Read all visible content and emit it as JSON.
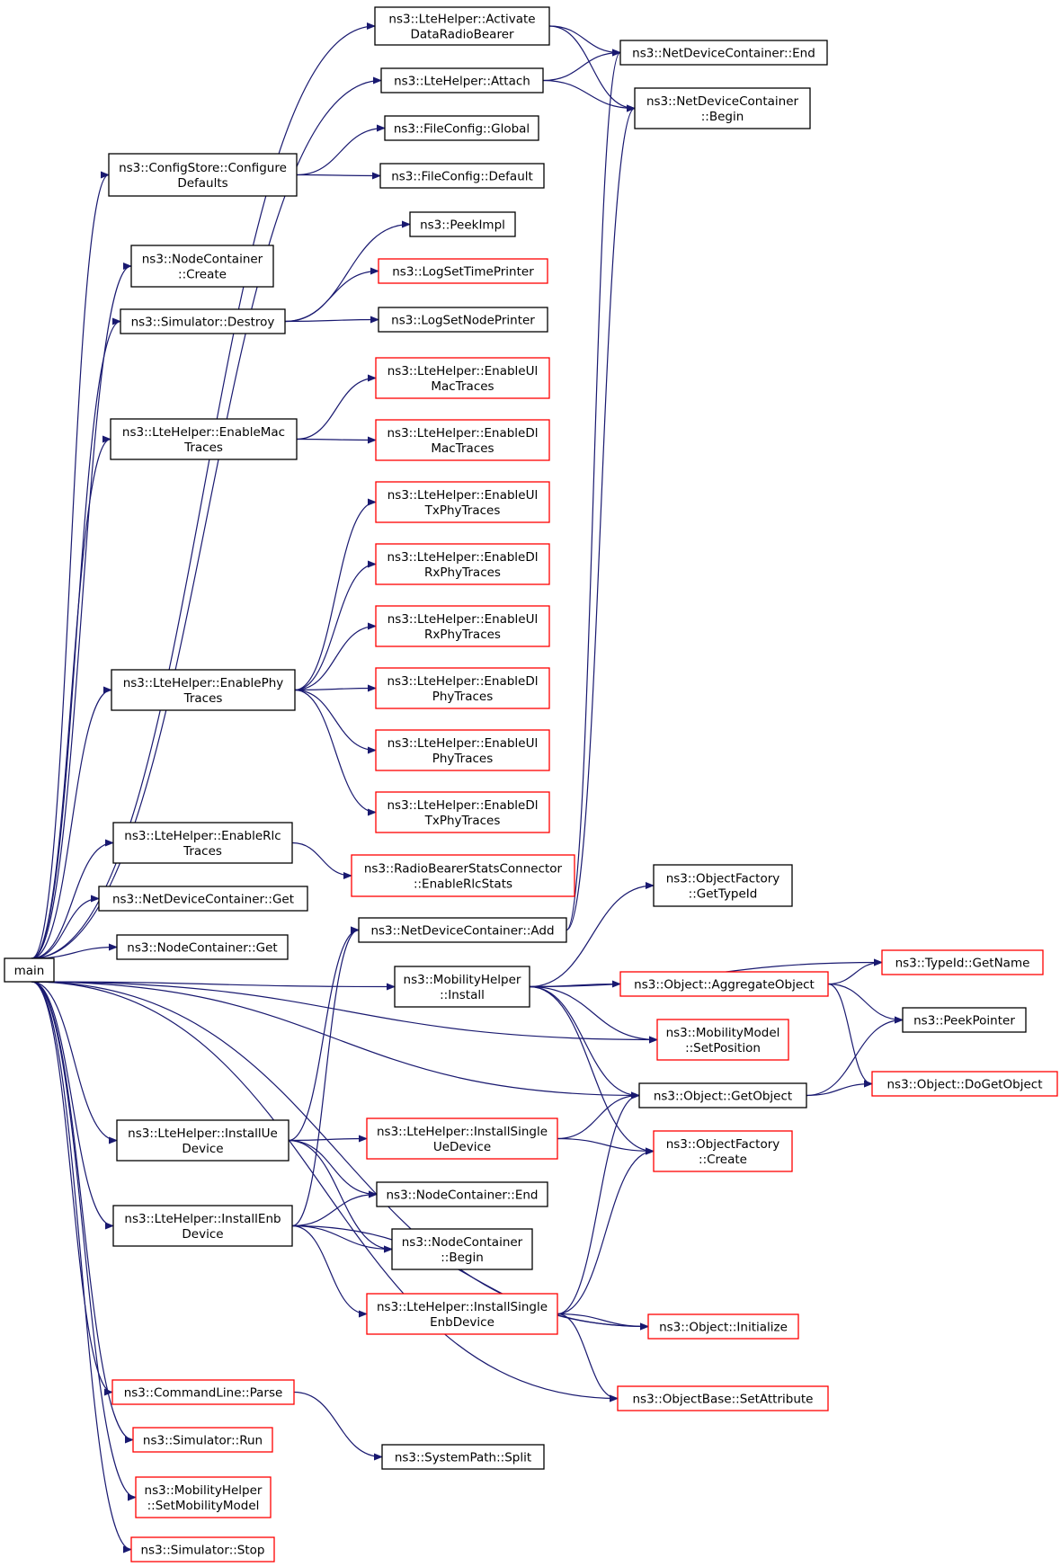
{
  "colors": {
    "edge": "#191970",
    "normal_border": "#000000",
    "incomplete_border": "#ff0000",
    "root_fill": "#bfbfbf"
  },
  "nodes": [
    {
      "id": "main",
      "lines": [
        "main"
      ],
      "root": true
    },
    {
      "id": "activate",
      "lines": [
        "ns3::LteHelper::Activate",
        "DataRadioBearer"
      ]
    },
    {
      "id": "attach",
      "lines": [
        "ns3::LteHelper::Attach"
      ]
    },
    {
      "id": "ndc_end",
      "lines": [
        "ns3::NetDeviceContainer::End"
      ]
    },
    {
      "id": "ndc_begin",
      "lines": [
        "ns3::NetDeviceContainer",
        "::Begin"
      ]
    },
    {
      "id": "cs_configure",
      "lines": [
        "ns3::ConfigStore::Configure",
        "Defaults"
      ]
    },
    {
      "id": "fc_global",
      "lines": [
        "ns3::FileConfig::Global"
      ]
    },
    {
      "id": "fc_default",
      "lines": [
        "ns3::FileConfig::Default"
      ]
    },
    {
      "id": "nc_create",
      "lines": [
        "ns3::NodeContainer",
        "::Create"
      ]
    },
    {
      "id": "peekimpl",
      "lines": [
        "ns3::PeekImpl"
      ]
    },
    {
      "id": "logtime",
      "lines": [
        "ns3::LogSetTimePrinter"
      ],
      "incomplete": true
    },
    {
      "id": "sim_destroy",
      "lines": [
        "ns3::Simulator::Destroy"
      ]
    },
    {
      "id": "lognode",
      "lines": [
        "ns3::LogSetNodePrinter"
      ]
    },
    {
      "id": "ul_mac",
      "lines": [
        "ns3::LteHelper::EnableUl",
        "MacTraces"
      ],
      "incomplete": true
    },
    {
      "id": "enable_mac",
      "lines": [
        "ns3::LteHelper::EnableMac",
        "Traces"
      ]
    },
    {
      "id": "dl_mac",
      "lines": [
        "ns3::LteHelper::EnableDl",
        "MacTraces"
      ],
      "incomplete": true
    },
    {
      "id": "ul_txphy",
      "lines": [
        "ns3::LteHelper::EnableUl",
        "TxPhyTraces"
      ],
      "incomplete": true
    },
    {
      "id": "dl_rxphy",
      "lines": [
        "ns3::LteHelper::EnableDl",
        "RxPhyTraces"
      ],
      "incomplete": true
    },
    {
      "id": "ul_rxphy",
      "lines": [
        "ns3::LteHelper::EnableUl",
        "RxPhyTraces"
      ],
      "incomplete": true
    },
    {
      "id": "enable_phy",
      "lines": [
        "ns3::LteHelper::EnablePhy",
        "Traces"
      ]
    },
    {
      "id": "dl_phy",
      "lines": [
        "ns3::LteHelper::EnableDl",
        "PhyTraces"
      ],
      "incomplete": true
    },
    {
      "id": "ul_phy",
      "lines": [
        "ns3::LteHelper::EnableUl",
        "PhyTraces"
      ],
      "incomplete": true
    },
    {
      "id": "dl_txphy",
      "lines": [
        "ns3::LteHelper::EnableDl",
        "TxPhyTraces"
      ],
      "incomplete": true
    },
    {
      "id": "enable_rlc",
      "lines": [
        "ns3::LteHelper::EnableRlc",
        "Traces"
      ]
    },
    {
      "id": "rbsc",
      "lines": [
        "ns3::RadioBearerStatsConnector",
        "::EnableRlcStats"
      ],
      "incomplete": true
    },
    {
      "id": "of_typeid",
      "lines": [
        "ns3::ObjectFactory",
        "::GetTypeId"
      ]
    },
    {
      "id": "ndc_get",
      "lines": [
        "ns3::NetDeviceContainer::Get"
      ]
    },
    {
      "id": "ndc_add",
      "lines": [
        "ns3::NetDeviceContainer::Add"
      ]
    },
    {
      "id": "nc_get",
      "lines": [
        "ns3::NodeContainer::Get"
      ]
    },
    {
      "id": "typeid_name",
      "lines": [
        "ns3::TypeId::GetName"
      ],
      "incomplete": true
    },
    {
      "id": "mh_install",
      "lines": [
        "ns3::MobilityHelper",
        "::Install"
      ]
    },
    {
      "id": "agg_obj",
      "lines": [
        "ns3::Object::AggregateObject"
      ],
      "incomplete": true
    },
    {
      "id": "peekptr",
      "lines": [
        "ns3::PeekPointer"
      ]
    },
    {
      "id": "mm_setpos",
      "lines": [
        "ns3::MobilityModel",
        "::SetPosition"
      ],
      "incomplete": true
    },
    {
      "id": "getobject",
      "lines": [
        "ns3::Object::GetObject"
      ]
    },
    {
      "id": "dogetobject",
      "lines": [
        "ns3::Object::DoGetObject"
      ],
      "incomplete": true
    },
    {
      "id": "install_ue",
      "lines": [
        "ns3::LteHelper::InstallUe",
        "Device"
      ]
    },
    {
      "id": "single_ue",
      "lines": [
        "ns3::LteHelper::InstallSingle",
        "UeDevice"
      ],
      "incomplete": true
    },
    {
      "id": "of_create",
      "lines": [
        "ns3::ObjectFactory",
        "::Create"
      ],
      "incomplete": true
    },
    {
      "id": "nc_end",
      "lines": [
        "ns3::NodeContainer::End"
      ]
    },
    {
      "id": "install_enb",
      "lines": [
        "ns3::LteHelper::InstallEnb",
        "Device"
      ]
    },
    {
      "id": "nc_begin",
      "lines": [
        "ns3::NodeContainer",
        "::Begin"
      ]
    },
    {
      "id": "single_enb",
      "lines": [
        "ns3::LteHelper::InstallSingle",
        "EnbDevice"
      ],
      "incomplete": true
    },
    {
      "id": "obj_init",
      "lines": [
        "ns3::Object::Initialize"
      ],
      "incomplete": true
    },
    {
      "id": "cl_parse",
      "lines": [
        "ns3::CommandLine::Parse"
      ],
      "incomplete": true
    },
    {
      "id": "ob_setattr",
      "lines": [
        "ns3::ObjectBase::SetAttribute"
      ],
      "incomplete": true
    },
    {
      "id": "sim_run",
      "lines": [
        "ns3::Simulator::Run"
      ],
      "incomplete": true
    },
    {
      "id": "sp_split",
      "lines": [
        "ns3::SystemPath::Split"
      ]
    },
    {
      "id": "mh_setmm",
      "lines": [
        "ns3::MobilityHelper",
        "::SetMobilityModel"
      ],
      "incomplete": true
    },
    {
      "id": "sim_stop",
      "lines": [
        "ns3::Simulator::Stop"
      ],
      "incomplete": true
    }
  ],
  "edges": [
    [
      "main",
      "activate"
    ],
    [
      "main",
      "attach"
    ],
    [
      "main",
      "cs_configure"
    ],
    [
      "main",
      "nc_create"
    ],
    [
      "main",
      "sim_destroy"
    ],
    [
      "main",
      "enable_mac"
    ],
    [
      "main",
      "enable_phy"
    ],
    [
      "main",
      "enable_rlc"
    ],
    [
      "main",
      "ndc_get"
    ],
    [
      "main",
      "nc_get"
    ],
    [
      "main",
      "mh_install"
    ],
    [
      "main",
      "mm_setpos"
    ],
    [
      "main",
      "getobject"
    ],
    [
      "main",
      "install_ue"
    ],
    [
      "main",
      "install_enb"
    ],
    [
      "main",
      "obj_init"
    ],
    [
      "main",
      "ob_setattr"
    ],
    [
      "main",
      "cl_parse"
    ],
    [
      "main",
      "sim_run"
    ],
    [
      "main",
      "mh_setmm"
    ],
    [
      "main",
      "sim_stop"
    ],
    [
      "activate",
      "ndc_end"
    ],
    [
      "activate",
      "ndc_begin"
    ],
    [
      "attach",
      "ndc_end"
    ],
    [
      "attach",
      "ndc_begin"
    ],
    [
      "cs_configure",
      "fc_global"
    ],
    [
      "cs_configure",
      "fc_default"
    ],
    [
      "sim_destroy",
      "peekimpl"
    ],
    [
      "sim_destroy",
      "logtime"
    ],
    [
      "sim_destroy",
      "lognode"
    ],
    [
      "enable_mac",
      "ul_mac"
    ],
    [
      "enable_mac",
      "dl_mac"
    ],
    [
      "enable_phy",
      "ul_txphy"
    ],
    [
      "enable_phy",
      "dl_rxphy"
    ],
    [
      "enable_phy",
      "ul_rxphy"
    ],
    [
      "enable_phy",
      "dl_phy"
    ],
    [
      "enable_phy",
      "ul_phy"
    ],
    [
      "enable_phy",
      "dl_txphy"
    ],
    [
      "enable_rlc",
      "rbsc"
    ],
    [
      "ndc_add",
      "ndc_end"
    ],
    [
      "ndc_add",
      "ndc_begin"
    ],
    [
      "mh_install",
      "of_typeid"
    ],
    [
      "mh_install",
      "typeid_name"
    ],
    [
      "mh_install",
      "agg_obj"
    ],
    [
      "mh_install",
      "mm_setpos"
    ],
    [
      "mh_install",
      "getobject"
    ],
    [
      "mh_install",
      "of_create"
    ],
    [
      "agg_obj",
      "typeid_name"
    ],
    [
      "agg_obj",
      "peekptr"
    ],
    [
      "agg_obj",
      "dogetobject"
    ],
    [
      "getobject",
      "peekptr"
    ],
    [
      "getobject",
      "dogetobject"
    ],
    [
      "install_ue",
      "ndc_add"
    ],
    [
      "install_ue",
      "single_ue"
    ],
    [
      "install_ue",
      "nc_end"
    ],
    [
      "install_ue",
      "nc_begin"
    ],
    [
      "single_ue",
      "getobject"
    ],
    [
      "single_ue",
      "of_create"
    ],
    [
      "install_enb",
      "ndc_add"
    ],
    [
      "install_enb",
      "nc_end"
    ],
    [
      "install_enb",
      "nc_begin"
    ],
    [
      "install_enb",
      "single_enb"
    ],
    [
      "install_enb",
      "obj_init"
    ],
    [
      "single_enb",
      "getobject"
    ],
    [
      "single_enb",
      "of_create"
    ],
    [
      "single_enb",
      "obj_init"
    ],
    [
      "single_enb",
      "ob_setattr"
    ],
    [
      "cl_parse",
      "sp_split"
    ]
  ]
}
